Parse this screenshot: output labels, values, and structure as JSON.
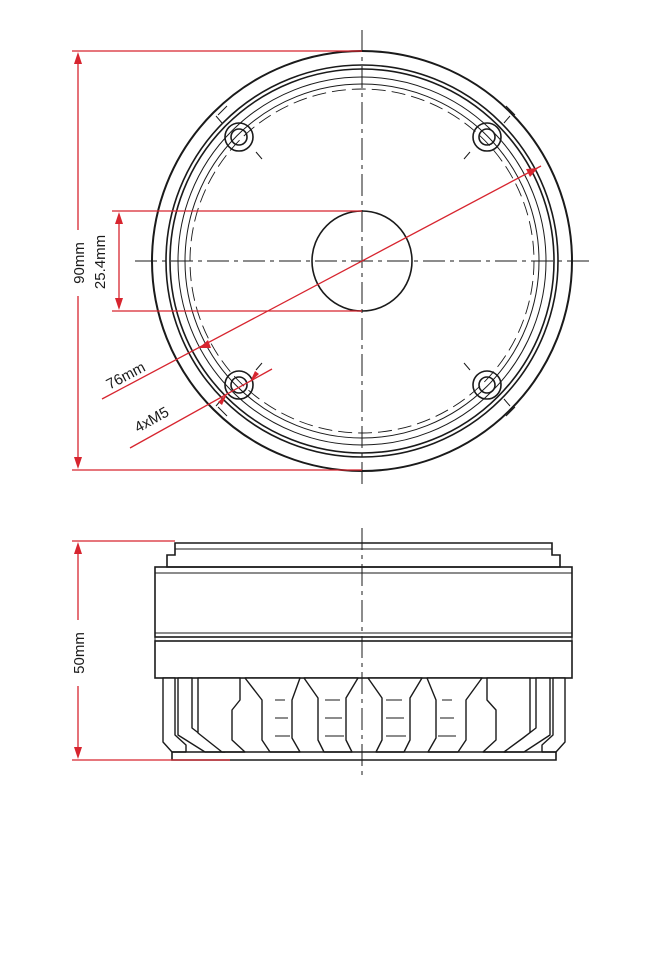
{
  "dimensions": {
    "diameter": "90mm",
    "bore": "25.4mm",
    "bolt_circle": "76mm",
    "mounting_holes": "4xM5",
    "height": "50mm"
  },
  "colors": {
    "dimension": "#d7252f",
    "outline": "#1a1a1a",
    "background": "#ffffff"
  }
}
